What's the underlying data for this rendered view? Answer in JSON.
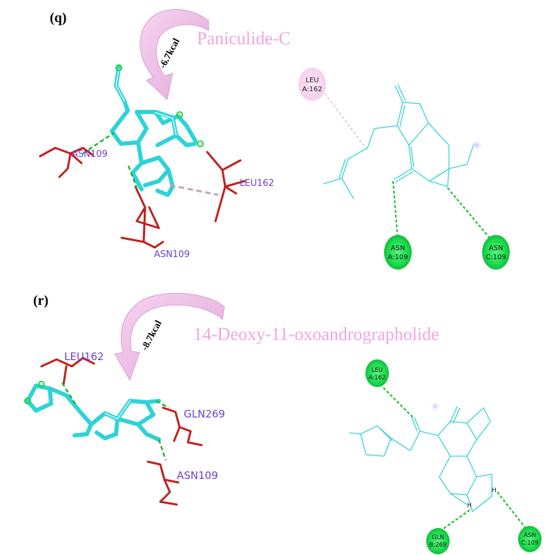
{
  "panels": [
    {
      "label": "(q)",
      "compound": "Paniculide-C",
      "energy": "-6.7kcal",
      "residues_3d": [
        "ASN109",
        "LEU162",
        "ASN109"
      ],
      "residues_2d": [
        {
          "name": "LEU",
          "id": "A:162"
        },
        {
          "name": "ASN",
          "id": "A:109"
        },
        {
          "name": "ASN",
          "id": "C:109"
        }
      ],
      "atom_labels": []
    },
    {
      "label": "(r)",
      "compound": "14-Deoxy-11-oxoandrographolide",
      "energy": "-8.7kcal",
      "residues_3d": [
        "LEU162",
        "GLN269",
        "ASN109"
      ],
      "residues_2d": [
        {
          "name": "LEU",
          "id": "A:162"
        },
        {
          "name": "GLN",
          "id": "B:269"
        },
        {
          "name": "ASN",
          "id": "C:109"
        }
      ],
      "atom_labels": [
        "H",
        "H"
      ]
    }
  ],
  "colors": {
    "ligand": "#2ed3d8",
    "residue_stick": "#c0201b",
    "hydrogen_bond": "#1fb52a",
    "alkyl_interaction": "#f3b6e0",
    "residue_label": "#6b3fd6",
    "compound_name": "#f2a6dc",
    "arrow": "#eab8e6"
  },
  "icons": [
    "curved-arrow-icon"
  ]
}
